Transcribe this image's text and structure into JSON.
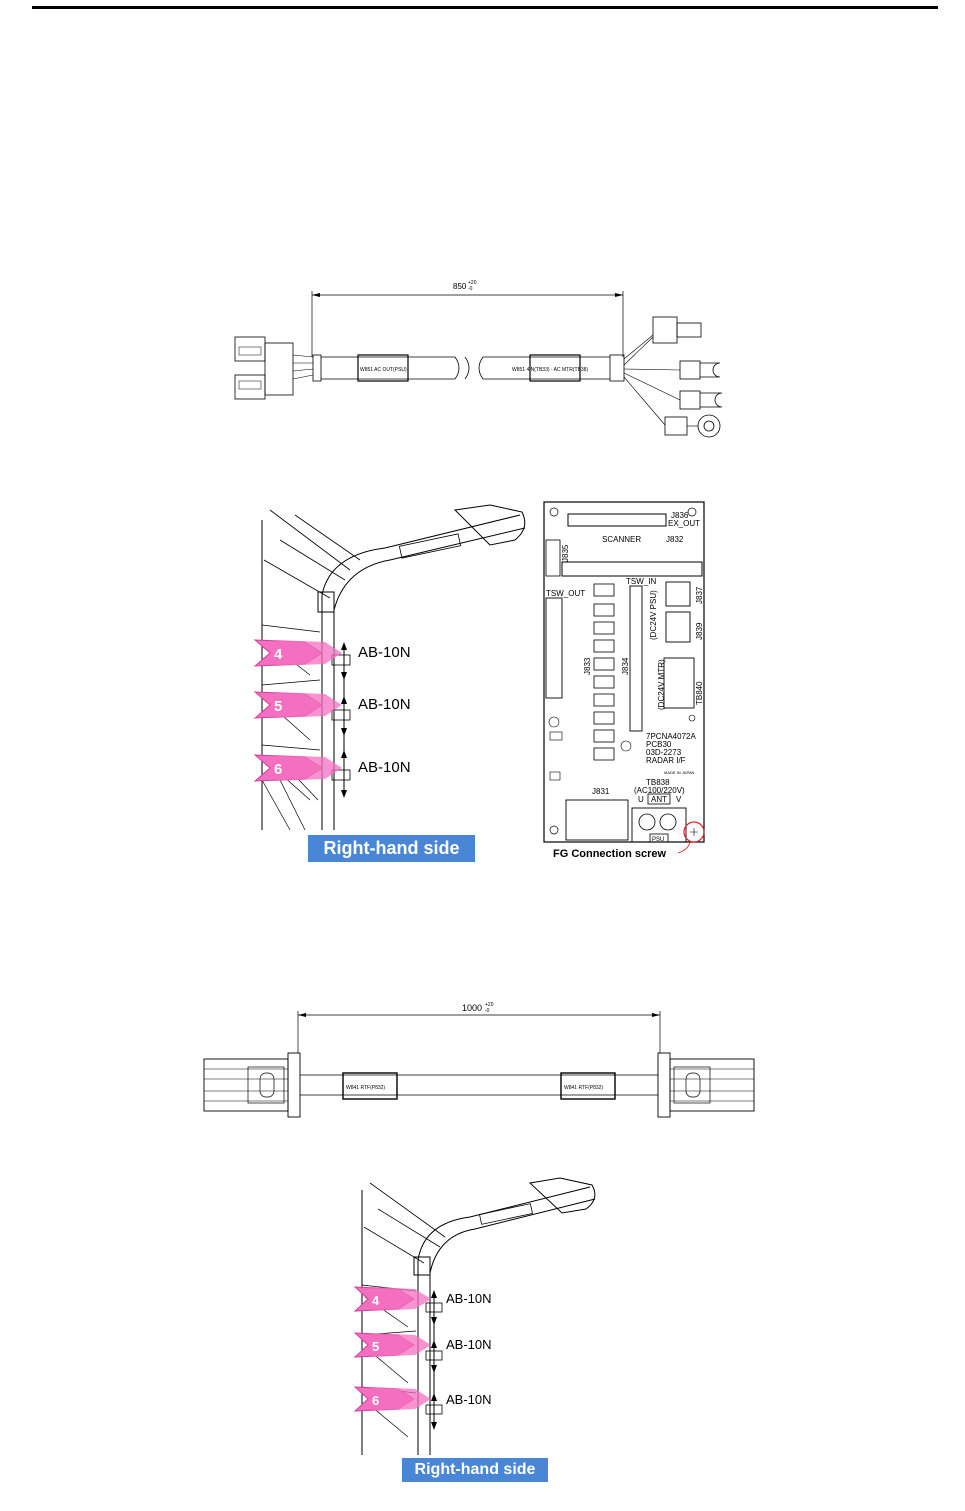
{
  "cable1": {
    "dimension": "850",
    "dimension_tol_upper": "+20",
    "dimension_tol_lower": "-0",
    "label_left": "W851 AC OUT(PSU)",
    "label_right": "W851 4IN(TB33) - AC MTR(TB38)"
  },
  "figure1": {
    "callouts": [
      {
        "num": "4",
        "label": "AB-10N"
      },
      {
        "num": "5",
        "label": "AB-10N"
      },
      {
        "num": "6",
        "label": "AB-10N"
      }
    ],
    "caption": "Right-hand side"
  },
  "pcb": {
    "j836": "J836",
    "ex_out": "EX_OUT",
    "scanner": "SCANNER",
    "j832": "J832",
    "j835": "J835",
    "tsw_in": "TSW_IN",
    "tsw_out": "TSW_OUT",
    "j833": "J833",
    "j834": "J834",
    "dc24v_psu": "(DC24V PSU)",
    "dc24v_mtr": "(DC24V MTR)",
    "j837": "J837",
    "j839": "J839",
    "tb840": "TB840",
    "pcb_part": "7PCNA4072A",
    "pcb_name": "PCB30",
    "pcb_code": "03D-2273",
    "pcb_title": "RADAR I/F",
    "made_in": "MADE IN JAPAN",
    "tb838": "TB838",
    "ac_voltage": "(AC100/220V)",
    "u": "U",
    "ant": "ANT",
    "v": "V",
    "j831": "J831",
    "psu": "PSU",
    "fg_label": "FG Connection screw"
  },
  "cable2": {
    "dimension": "1000",
    "dimension_tol_upper": "+20",
    "dimension_tol_lower": "-0",
    "label_left": "W841 RTF(P832)",
    "label_right": "W841 RTF(P832)"
  },
  "figure2": {
    "callouts": [
      {
        "num": "4",
        "label": "AB-10N"
      },
      {
        "num": "5",
        "label": "AB-10N"
      },
      {
        "num": "6",
        "label": "AB-10N"
      }
    ],
    "caption": "Right-hand side"
  }
}
